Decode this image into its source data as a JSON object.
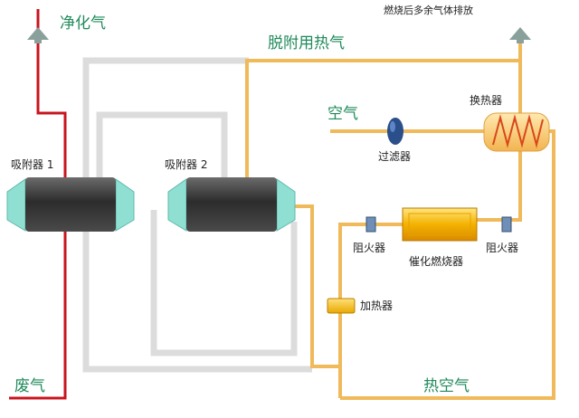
{
  "labels": {
    "clean_gas": "净化气",
    "exhaust_after_combustion": "燃烧后多余气体排放",
    "desorption_hot_gas": "脱附用热气",
    "air": "空气",
    "heat_exchanger": "换热器",
    "filter": "过滤器",
    "adsorber_1": "吸附器 1",
    "adsorber_2": "吸附器 2",
    "flame_arrester_left": "阻火器",
    "flame_arrester_right": "阻火器",
    "catalytic_combustor": "催化燃烧器",
    "heater": "加热器",
    "waste_gas": "废气",
    "hot_air": "热空气"
  },
  "colors": {
    "waste_gas_line": "#c8141e",
    "orange_line": "#f0b95a",
    "grey_line": "#dcdcdc",
    "label_green": "#1f8a5b",
    "adsorber_body": "#3a3a3a",
    "adsorber_cap": "#8fe0d2",
    "vent_cap": "#8aa09a"
  }
}
